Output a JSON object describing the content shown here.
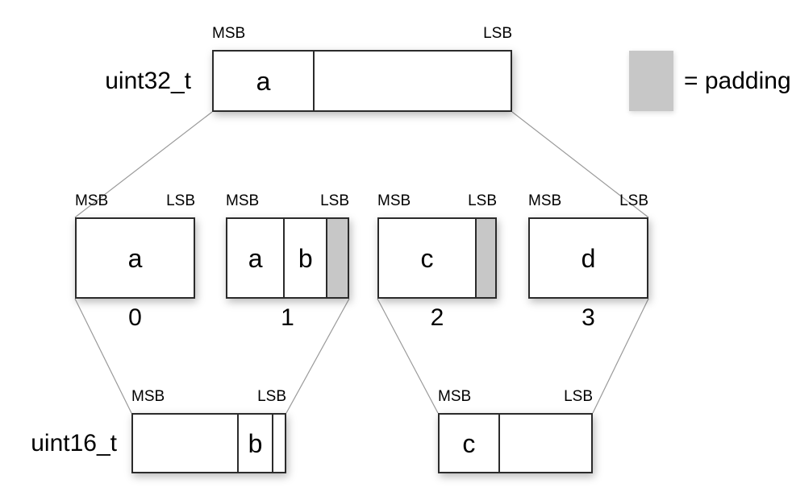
{
  "colors": {
    "border": "#2b2b2b",
    "padding_fill": "#c7c7c7",
    "connector_line": "#9a9a9a"
  },
  "legend": {
    "label": "= padding",
    "swatch_color": "#c7c7c7"
  },
  "uint32": {
    "type_label": "uint32_t",
    "msb": "MSB",
    "lsb": "LSB",
    "segments": [
      {
        "label": "a",
        "width_pct": "33.6",
        "is_padding": false
      },
      {
        "label": "",
        "width_pct": "66.4",
        "is_padding": false
      }
    ]
  },
  "bytes": [
    {
      "index_label": "0",
      "msb": "MSB",
      "lsb": "LSB",
      "segments": [
        {
          "label": "a",
          "width_pct": "100",
          "is_padding": false
        }
      ]
    },
    {
      "index_label": "1",
      "msb": "MSB",
      "lsb": "LSB",
      "segments": [
        {
          "label": "a",
          "width_pct": "47.7",
          "is_padding": false
        },
        {
          "label": "b",
          "width_pct": "35.3",
          "is_padding": false
        },
        {
          "label": "",
          "width_pct": "17.0",
          "is_padding": true
        }
      ]
    },
    {
      "index_label": "2",
      "msb": "MSB",
      "lsb": "LSB",
      "segments": [
        {
          "label": "c",
          "width_pct": "83.8",
          "is_padding": false
        },
        {
          "label": "",
          "width_pct": "16.2",
          "is_padding": true
        }
      ]
    },
    {
      "index_label": "3",
      "msb": "MSB",
      "lsb": "LSB",
      "segments": [
        {
          "label": "d",
          "width_pct": "100",
          "is_padding": false
        }
      ]
    }
  ],
  "uint16": {
    "type_label": "uint16_t",
    "left": {
      "msb": "MSB",
      "lsb": "LSB",
      "segments": [
        {
          "label": "",
          "width_pct": "70.3",
          "is_padding": false
        },
        {
          "label": "b",
          "width_pct": "21.9",
          "is_padding": false
        },
        {
          "label": "",
          "width_pct": "7.8",
          "is_padding": false
        }
      ]
    },
    "right": {
      "msb": "MSB",
      "lsb": "LSB",
      "segments": [
        {
          "label": "c",
          "width_pct": "39.1",
          "is_padding": false
        },
        {
          "label": "",
          "width_pct": "60.9",
          "is_padding": false
        }
      ]
    }
  }
}
